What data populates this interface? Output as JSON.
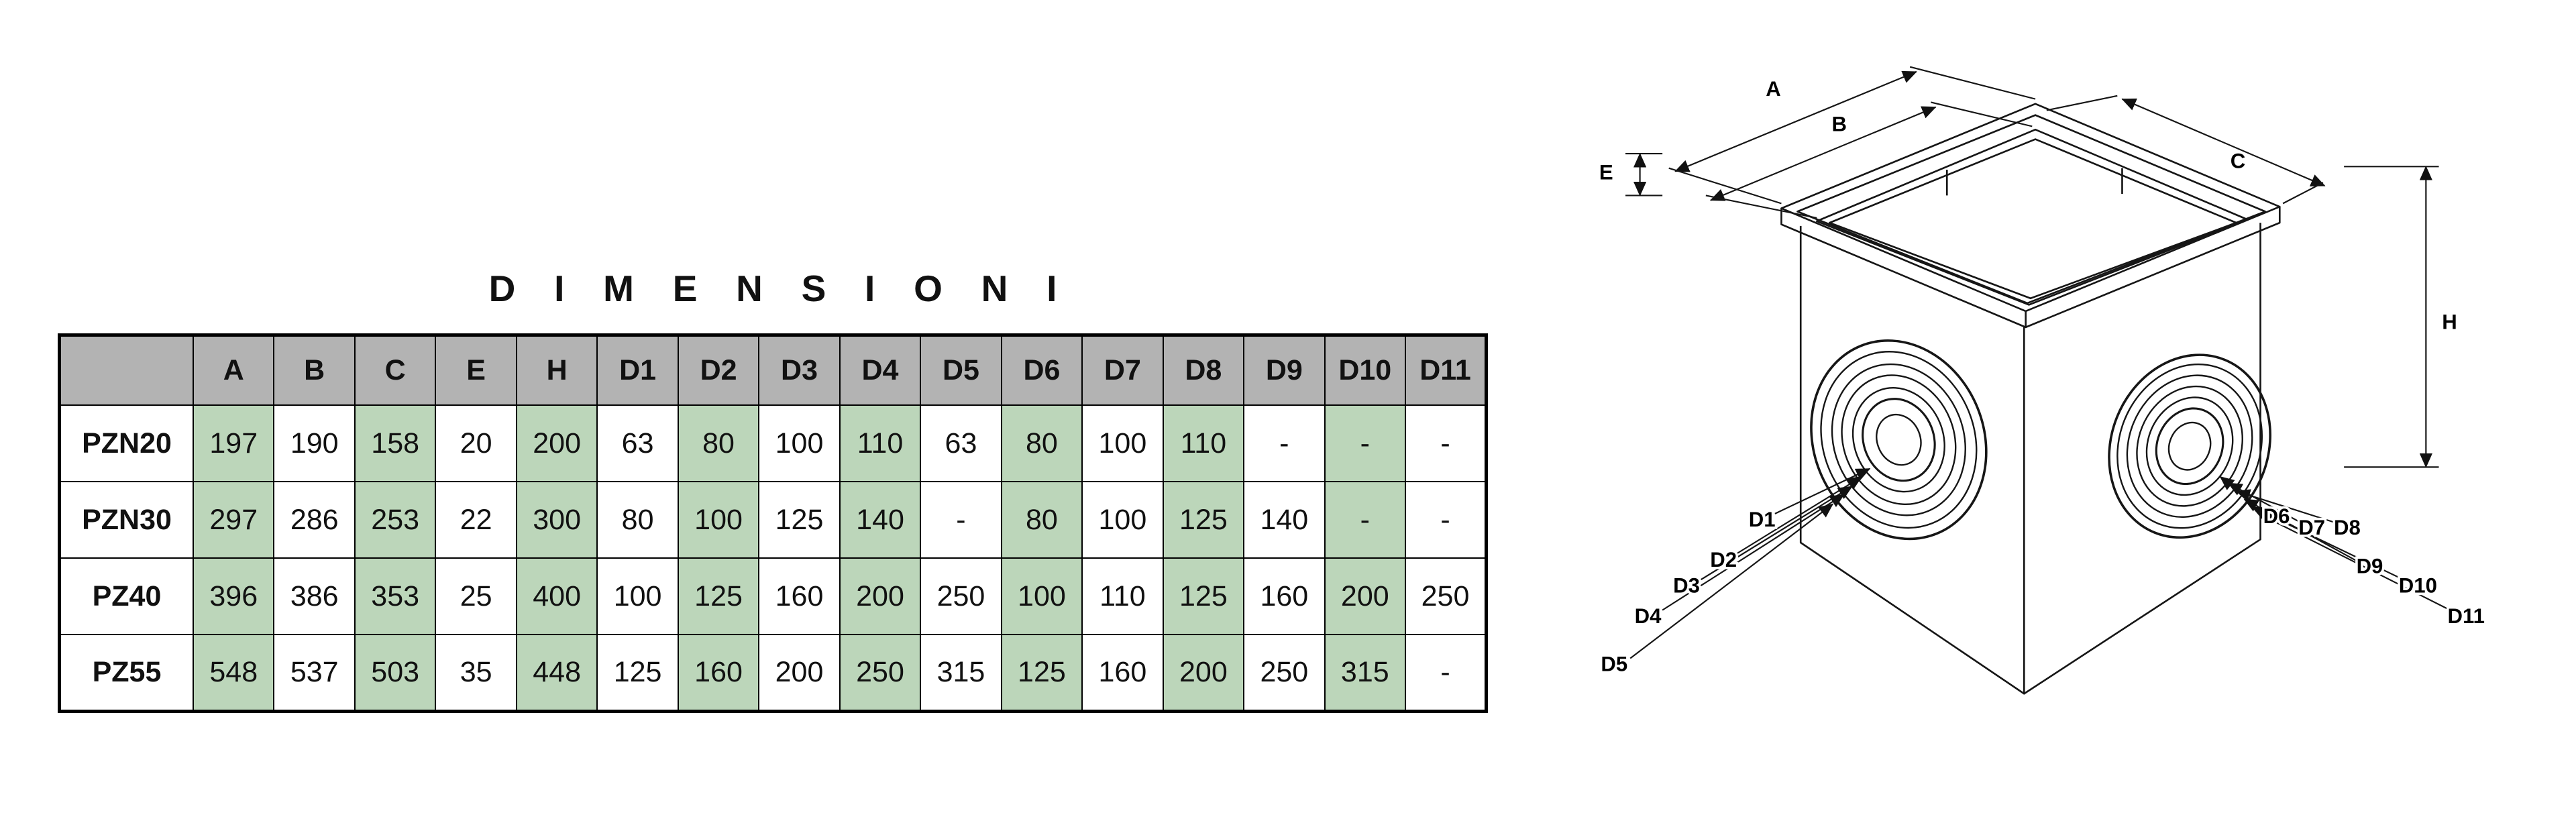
{
  "title": "DIMENSIONI",
  "table": {
    "corner_label": "",
    "columns": [
      "A",
      "B",
      "C",
      "E",
      "H",
      "D1",
      "D2",
      "D3",
      "D4",
      "D5",
      "D6",
      "D7",
      "D8",
      "D9",
      "D10",
      "D11"
    ],
    "rows": [
      {
        "label": "PZN20",
        "values": [
          "197",
          "190",
          "158",
          "20",
          "200",
          "63",
          "80",
          "100",
          "110",
          "63",
          "80",
          "100",
          "110",
          "-",
          "-",
          "-"
        ]
      },
      {
        "label": "PZN30",
        "values": [
          "297",
          "286",
          "253",
          "22",
          "300",
          "80",
          "100",
          "125",
          "140",
          "-",
          "80",
          "100",
          "125",
          "140",
          "-",
          "-"
        ]
      },
      {
        "label": "PZ40",
        "values": [
          "396",
          "386",
          "353",
          "25",
          "400",
          "100",
          "125",
          "160",
          "200",
          "250",
          "100",
          "110",
          "125",
          "160",
          "200",
          "250"
        ]
      },
      {
        "label": "PZ55",
        "values": [
          "548",
          "537",
          "503",
          "35",
          "448",
          "125",
          "160",
          "200",
          "250",
          "315",
          "125",
          "160",
          "200",
          "250",
          "315",
          "-"
        ]
      }
    ]
  },
  "drawing": {
    "labels": {
      "a": "A",
      "b": "B",
      "c": "C",
      "e": "E",
      "h": "H",
      "d1": "D1",
      "d2": "D2",
      "d3": "D3",
      "d4": "D4",
      "d5": "D5",
      "d6": "D6",
      "d7": "D7",
      "d8": "D8",
      "d9": "D9",
      "d10": "D10",
      "d11": "D11"
    }
  },
  "colors": {
    "header_bg": "#b3b3b3",
    "green_col": "#bcd6ba",
    "border": "#000000"
  }
}
